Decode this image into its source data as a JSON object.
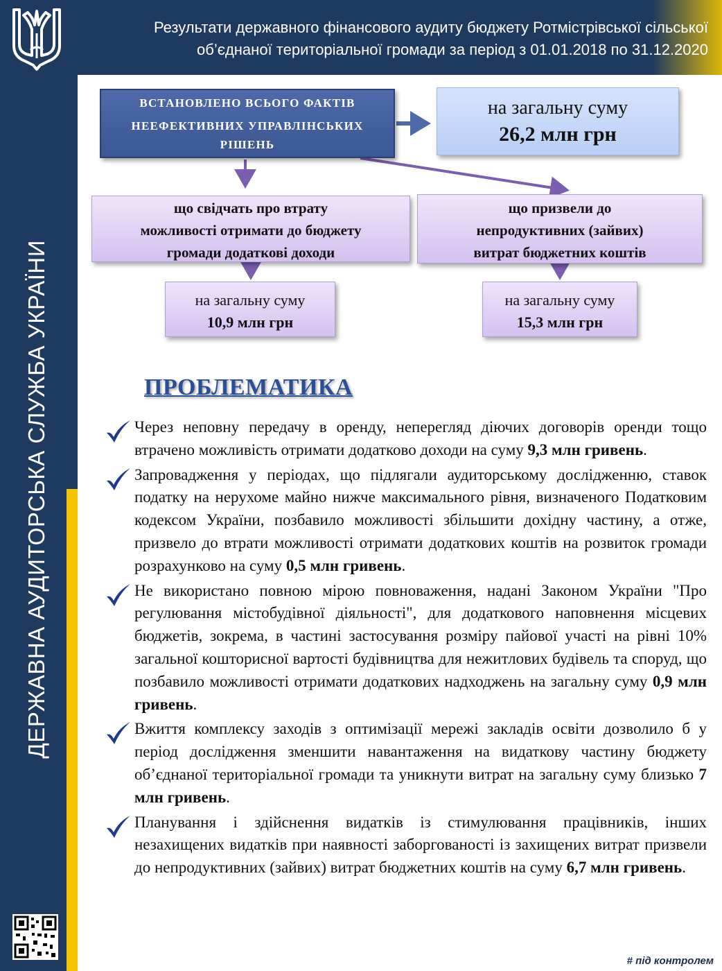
{
  "header": {
    "title_line1": "Результати державного фінансового аудиту бюджету Ротмістрівської сільської",
    "title_line2": "об’єднаної територіальної громади за період з  01.01.2018 по 31.12.2020"
  },
  "sidebar": {
    "vertical_text": "ДЕРЖАВНА АУДИТОРСЬКА СЛУЖБА УКРАЇНИ",
    "coat_of_arms_icon": "tryzub-icon",
    "qr_icon": "qr-code-icon"
  },
  "diagram": {
    "main_box": {
      "line1": "ВСТАНОВЛЕНО ВСЬОГО ФАКТІВ",
      "line2": "НЕЕФЕКТИВНИХ УПРАВЛІНСЬКИХ",
      "line3": "РІШЕНЬ"
    },
    "total_box": {
      "label": "на загальну суму",
      "sum": "26,2 млн грн"
    },
    "left_box": {
      "line1": "що свідчать про втрату",
      "line2": "можливості отримати до бюджету",
      "line3": "громади додаткові доходи"
    },
    "right_box": {
      "line1": "що призвели до",
      "line2": "непродуктивних (зайвих)",
      "line3": "витрат бюджетних коштів"
    },
    "left_sum_box": {
      "label": "на загальну суму",
      "sum": "10,9 млн грн"
    },
    "right_sum_box": {
      "label": "на загальну суму",
      "sum": "15,3 млн грн"
    }
  },
  "section_title": "ПРОБЛЕМАТИКА",
  "bullets": [
    {
      "text": "Через неповну передачу в оренду, неперегляд діючих договорів оренди тощо втрачено можливість отримати додатково доходи на суму ",
      "bold": "9,3 млн гривень",
      "tail": "."
    },
    {
      "text": "Запровадження у періодах, що підлягали аудиторському дослідженню, ставок податку на нерухоме майно нижче максимального рівня, визначеного Податковим кодексом України, позбавило можливості збільшити дохідну частину, а отже, призвело до втрати можливості отримати додаткових коштів на розвиток громади розрахунково на суму ",
      "bold": "0,5 млн гривень",
      "tail": "."
    },
    {
      "text": "Не використано повною мірою повноваження, надані Законом України \"Про регулювання містобудівної діяльності\", для додаткового наповнення місцевих бюджетів, зокрема, в частині застосування розміру пайової участі на рівні 10% загальної кошторисної вартості будівництва для нежитлових будівель та споруд, що позбавило можливості отримати додаткових надходжень на загальну суму ",
      "bold": "0,9 млн гривень",
      "tail": "."
    },
    {
      "text": "Вжиття комплексу заходів з оптимізації мережі закладів освіти дозволило б у період дослідження зменшити навантаження на видаткову частину бюджету об’єднаної територіальної громади та уникнути витрат на загальну суму близько ",
      "bold": "7 млн гривень",
      "tail": "."
    },
    {
      "text": "Планування і здійснення видатків із стимулювання працівників, інших незахищених видатків при наявності заборгованості із захищених витрат  призвели до непродуктивних (зайвих) витрат бюджетних коштів на суму ",
      "bold": "6,7 млн гривень",
      "tail": "."
    }
  ],
  "footer_tag": "# під контролем",
  "colors": {
    "navy": "#1f3a5f",
    "yellow": "#f3c400",
    "box_blue": "#3a5693",
    "box_light_blue": "#c9dbf8",
    "box_purple": "#dccbf2",
    "arrow": "#7a5fb0",
    "title_blue": "#2b4f96",
    "check_blue": "#1f3a8a"
  }
}
